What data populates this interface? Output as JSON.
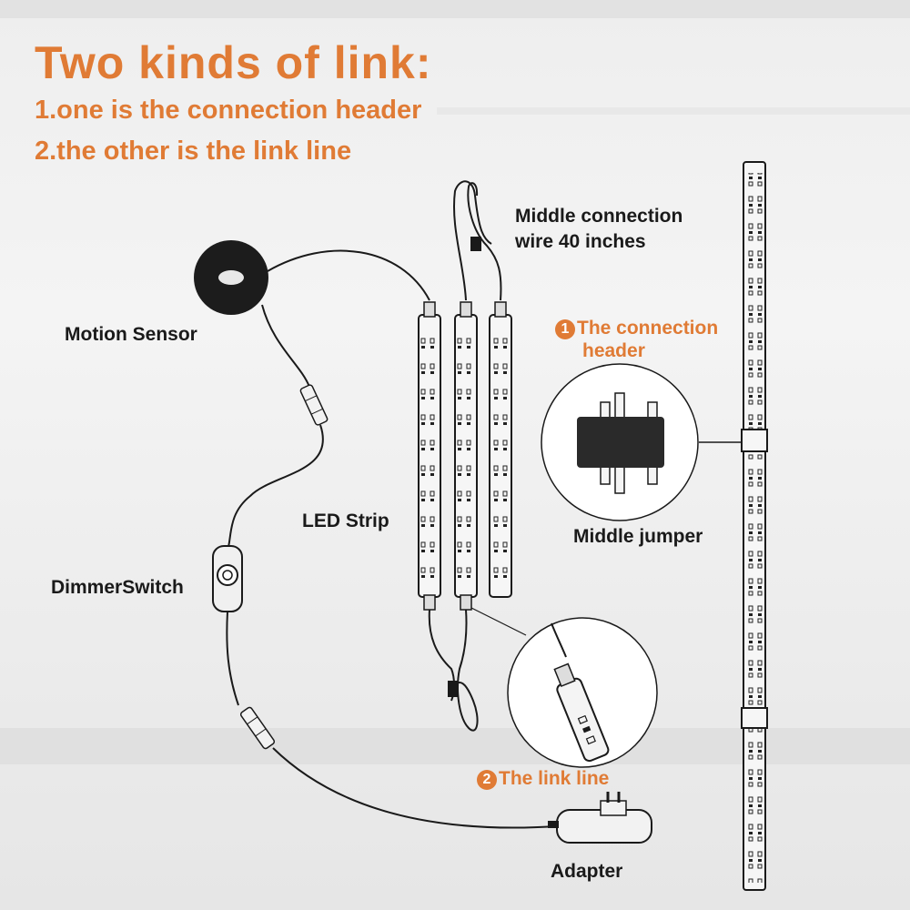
{
  "header": {
    "title": "Two kinds of link:",
    "line1": "1.one is the connection header",
    "line2": "2.the other is the link line"
  },
  "labels": {
    "middle_wire_line1": "Middle connection",
    "middle_wire_line2": "wire 40 inches",
    "motion_sensor": "Motion Sensor",
    "led_strip": "LED Strip",
    "dimmer_switch": "DimmerSwitch",
    "middle_jumper": "Middle jumper",
    "adapter": "Adapter"
  },
  "callouts": {
    "connection_header_number": "1",
    "connection_header_line1": "The connection",
    "connection_header_line2": "header",
    "link_line_number": "2",
    "link_line": "The link line"
  },
  "colors": {
    "accent": "#e07b35",
    "line": "#1a1a1a"
  }
}
